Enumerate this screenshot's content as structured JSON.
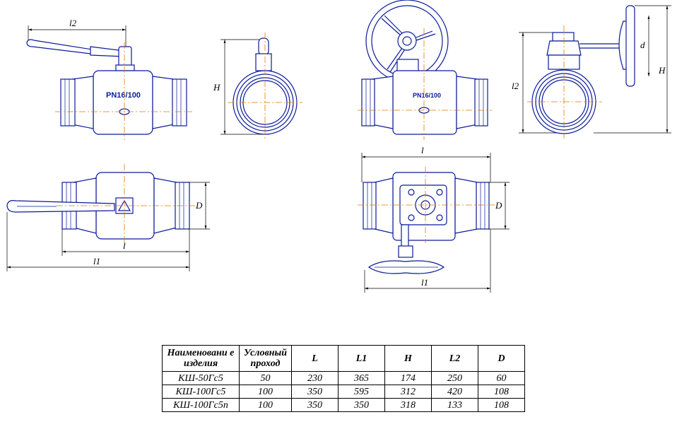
{
  "labels": {
    "l2_top": "l2",
    "h_side": "H",
    "l_bottom": "l",
    "l1_bottom": "l1",
    "d_bottom": "D",
    "marking_left": "PN16/100",
    "marking_right": "PN16/100",
    "l_top_right": "l",
    "l2_right": "l2",
    "d_right_view": "d",
    "h_right_view": "H",
    "d_right_bottom": "D",
    "l1_right_bottom": "l1"
  },
  "table": {
    "headers": [
      "Наименовани е изделия",
      "Условный проход",
      "L",
      "L1",
      "H",
      "L2",
      "D"
    ],
    "rows": [
      [
        "КШ-50Гс5",
        "50",
        "230",
        "365",
        "174",
        "250",
        "60"
      ],
      [
        "КШ-100Гс5",
        "100",
        "350",
        "595",
        "312",
        "420",
        "108"
      ],
      [
        "КШ-100Гс5п",
        "100",
        "350",
        "350",
        "318",
        "133",
        "108"
      ]
    ]
  }
}
